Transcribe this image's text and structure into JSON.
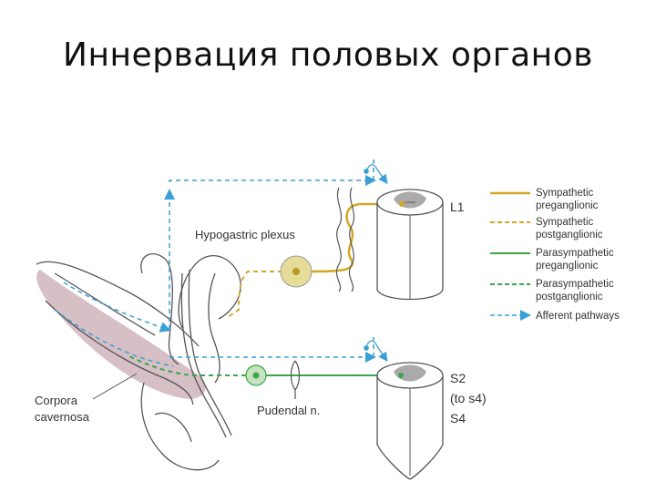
{
  "title": "Иннервация половых органов",
  "labels": {
    "hypogastric": "Hypogastric plexus",
    "corpora_1": "Corpora",
    "corpora_2": "cavernosa",
    "pudendal": "Pudendal n.",
    "l1": "L1",
    "s2": "S2",
    "s2_to": "(to s4)",
    "s4": "S4"
  },
  "legend": [
    {
      "line1": "Sympathetic",
      "line2": "preganglionic",
      "style": "solid",
      "color": "#d4a826"
    },
    {
      "line1": "Sympathetic",
      "line2": "postganglionic",
      "style": "dashed",
      "color": "#d4a826"
    },
    {
      "line1": "Parasympathetic",
      "line2": "preganglionic",
      "style": "solid",
      "color": "#3aa84a"
    },
    {
      "line1": "Parasympathetic",
      "line2": "postganglionic",
      "style": "dashed",
      "color": "#3aa84a"
    },
    {
      "line1": "Afferent pathways",
      "line2": "",
      "style": "arrow",
      "color": "#3a9fd4"
    }
  ],
  "colors": {
    "sympathetic": "#d4a826",
    "parasympathetic": "#3aa84a",
    "afferent": "#3a9fd4",
    "corpora": "#c9aab3",
    "ganglion": "#e6dc9a",
    "outline": "#555555"
  }
}
